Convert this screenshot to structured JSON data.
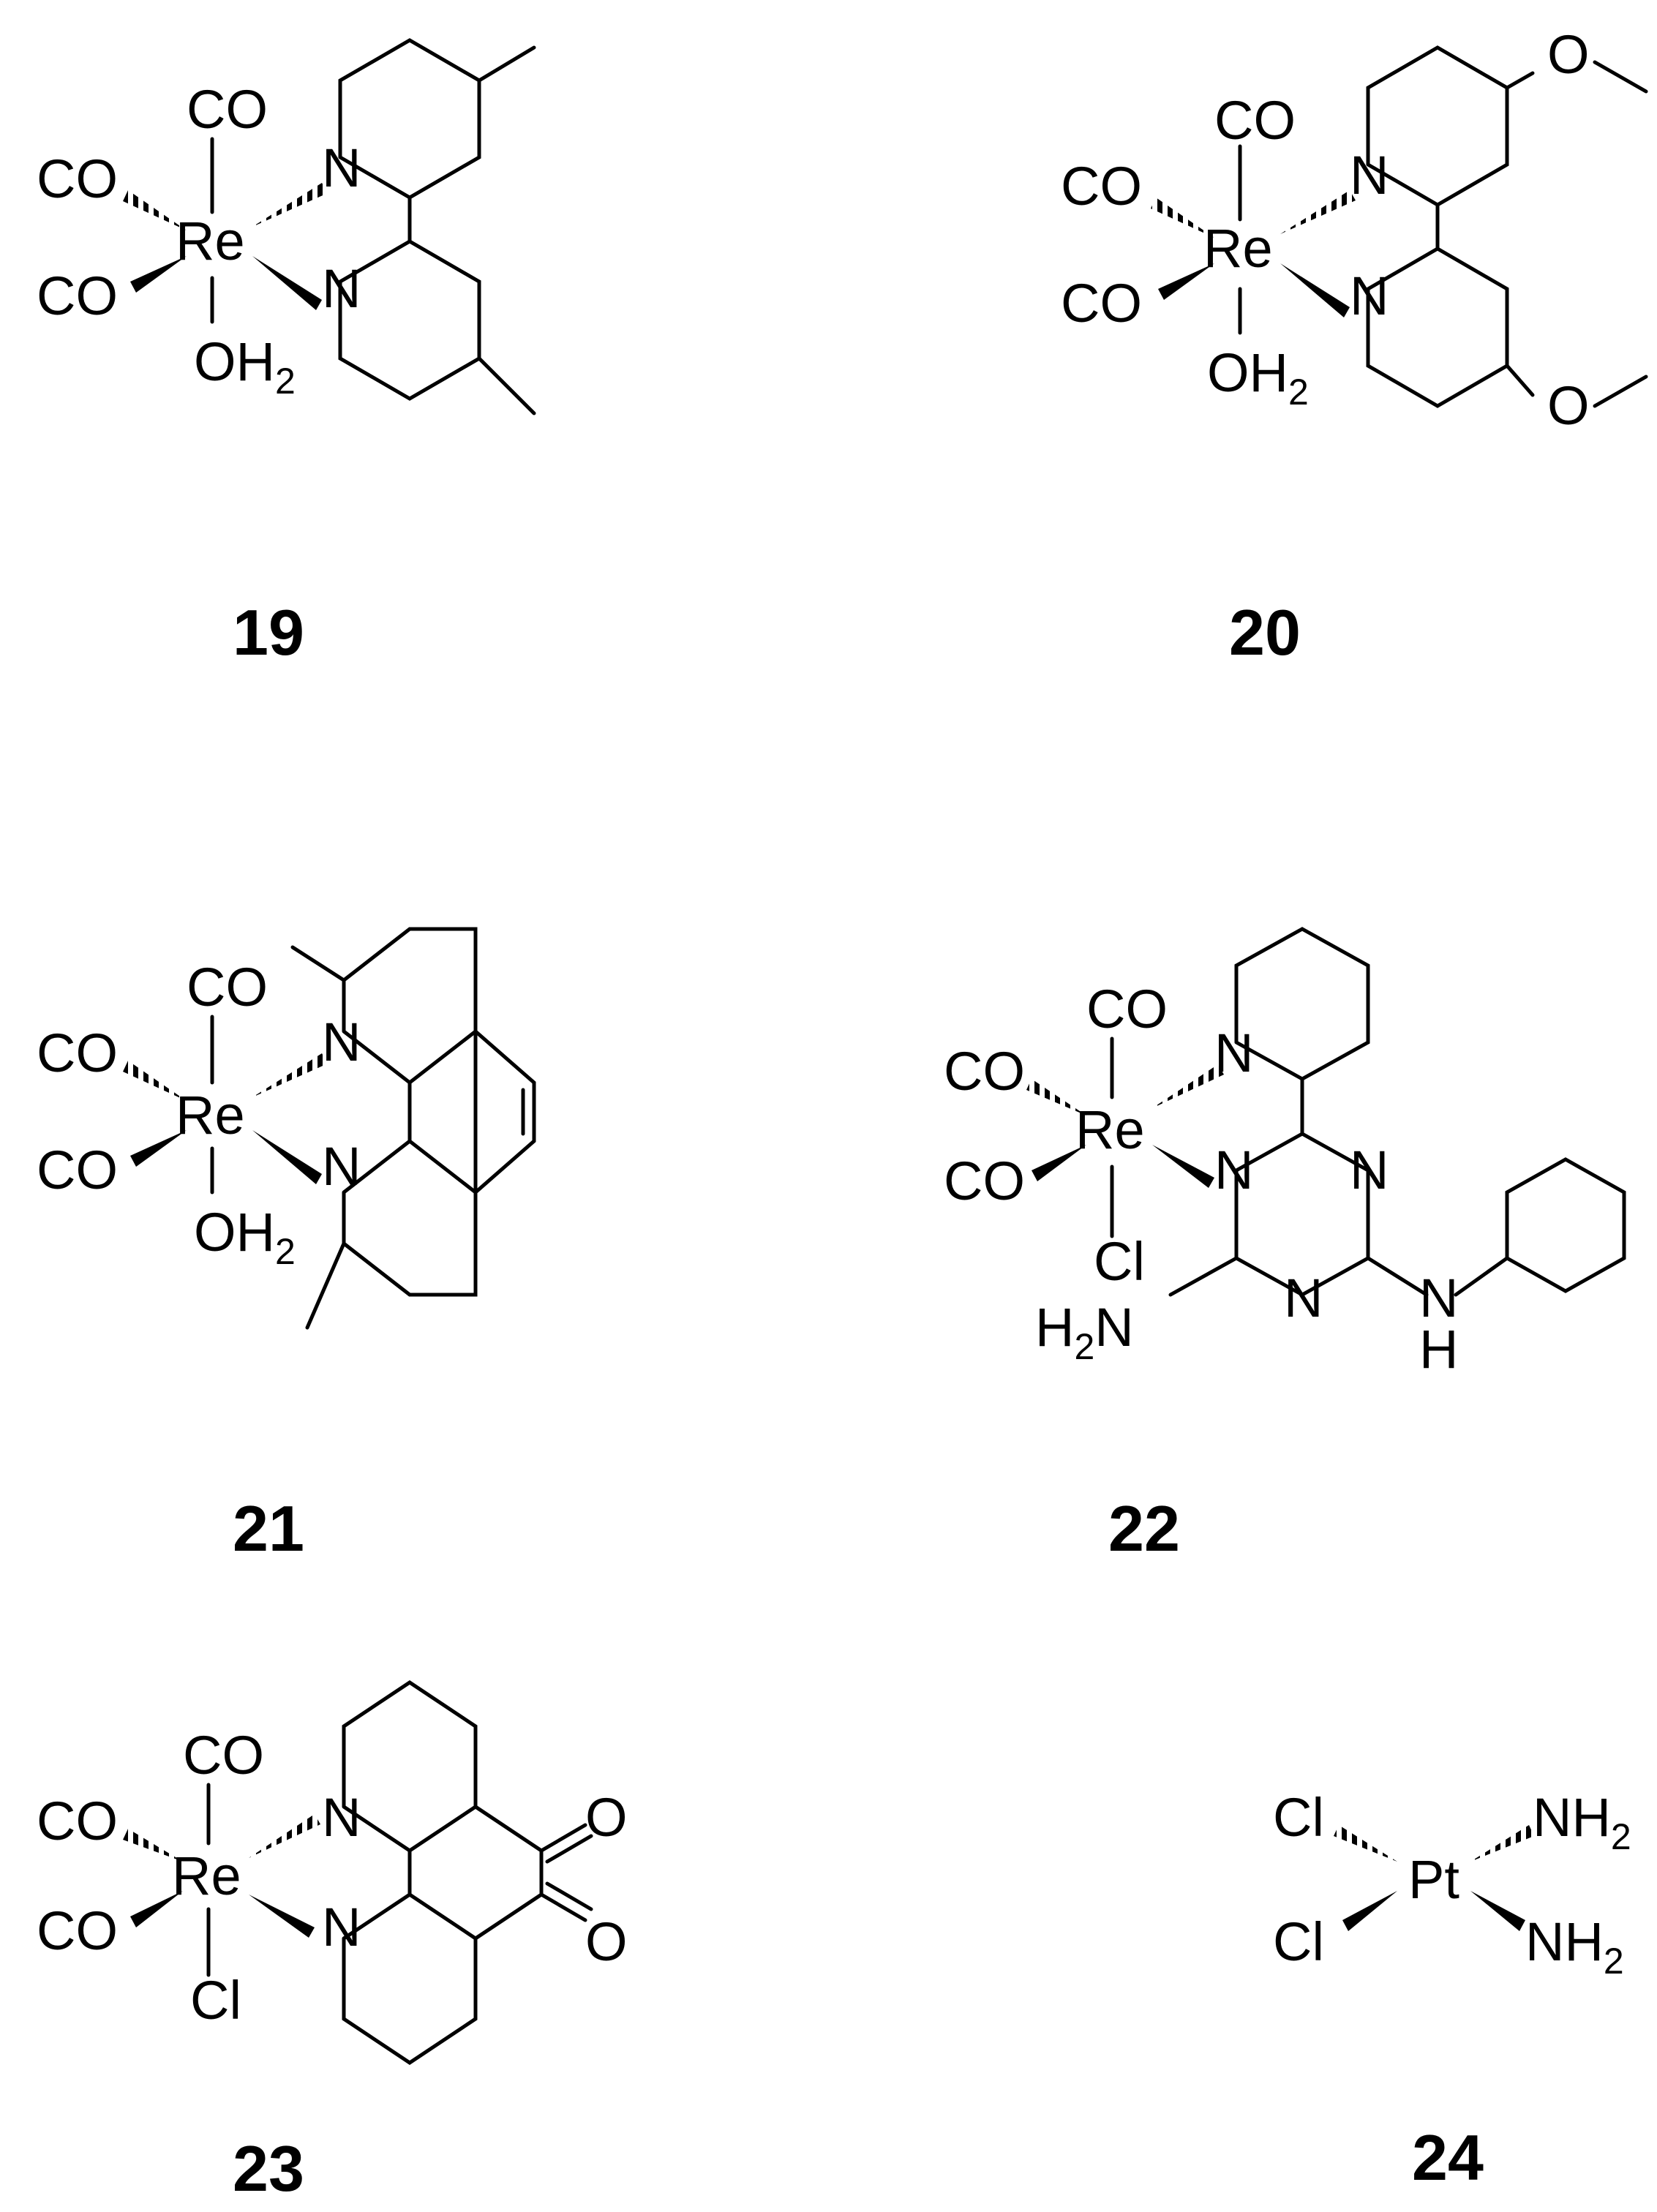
{
  "compounds": [
    {
      "id": "19"
    },
    {
      "id": "20"
    },
    {
      "id": "21"
    },
    {
      "id": "22"
    },
    {
      "id": "23"
    },
    {
      "id": "24"
    }
  ],
  "atoms": {
    "re": "Re",
    "pt": "Pt",
    "co": "CO",
    "n": "N",
    "o": "O",
    "cl": "Cl",
    "h": "H",
    "oh": "OH",
    "nh": "NH",
    "h_prefix": "H",
    "two": "2"
  }
}
